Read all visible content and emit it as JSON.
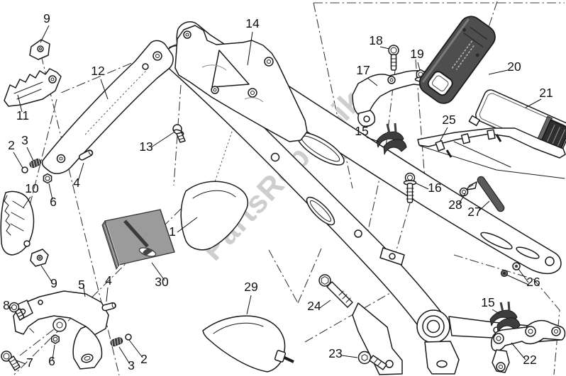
{
  "watermark": {
    "text": "PartsRepublik",
    "logo_icon": "gear-droplet-icon",
    "color": "#c9c9c9"
  },
  "diagram": {
    "type": "exploded-parts-diagram",
    "subject": "motorcycle rear frame components",
    "style": {
      "background": "#ffffff",
      "line_color": "#1a1a1a",
      "dark_part_color": "#4e4e4e",
      "rubber_part_color": "#3d3d3d",
      "manual_cover_color": "#9b9b9b"
    },
    "callouts": [
      {
        "label": "9"
      },
      {
        "label": "12"
      },
      {
        "label": "14"
      },
      {
        "label": "18"
      },
      {
        "label": "19"
      },
      {
        "label": "17"
      },
      {
        "label": "20"
      },
      {
        "label": "21"
      },
      {
        "label": "11"
      },
      {
        "label": "25"
      },
      {
        "label": "15"
      },
      {
        "label": "3"
      },
      {
        "label": "2"
      },
      {
        "label": "13"
      },
      {
        "label": "4"
      },
      {
        "label": "10"
      },
      {
        "label": "16"
      },
      {
        "label": "6"
      },
      {
        "label": "28"
      },
      {
        "label": "27"
      },
      {
        "label": "1"
      },
      {
        "label": "30"
      },
      {
        "label": "9"
      },
      {
        "label": "5"
      },
      {
        "label": "4"
      },
      {
        "label": "29"
      },
      {
        "label": "26"
      },
      {
        "label": "8"
      },
      {
        "label": "24"
      },
      {
        "label": "15"
      },
      {
        "label": "23"
      },
      {
        "label": "2"
      },
      {
        "label": "3"
      },
      {
        "label": "6"
      },
      {
        "label": "7"
      },
      {
        "label": "22"
      }
    ]
  }
}
